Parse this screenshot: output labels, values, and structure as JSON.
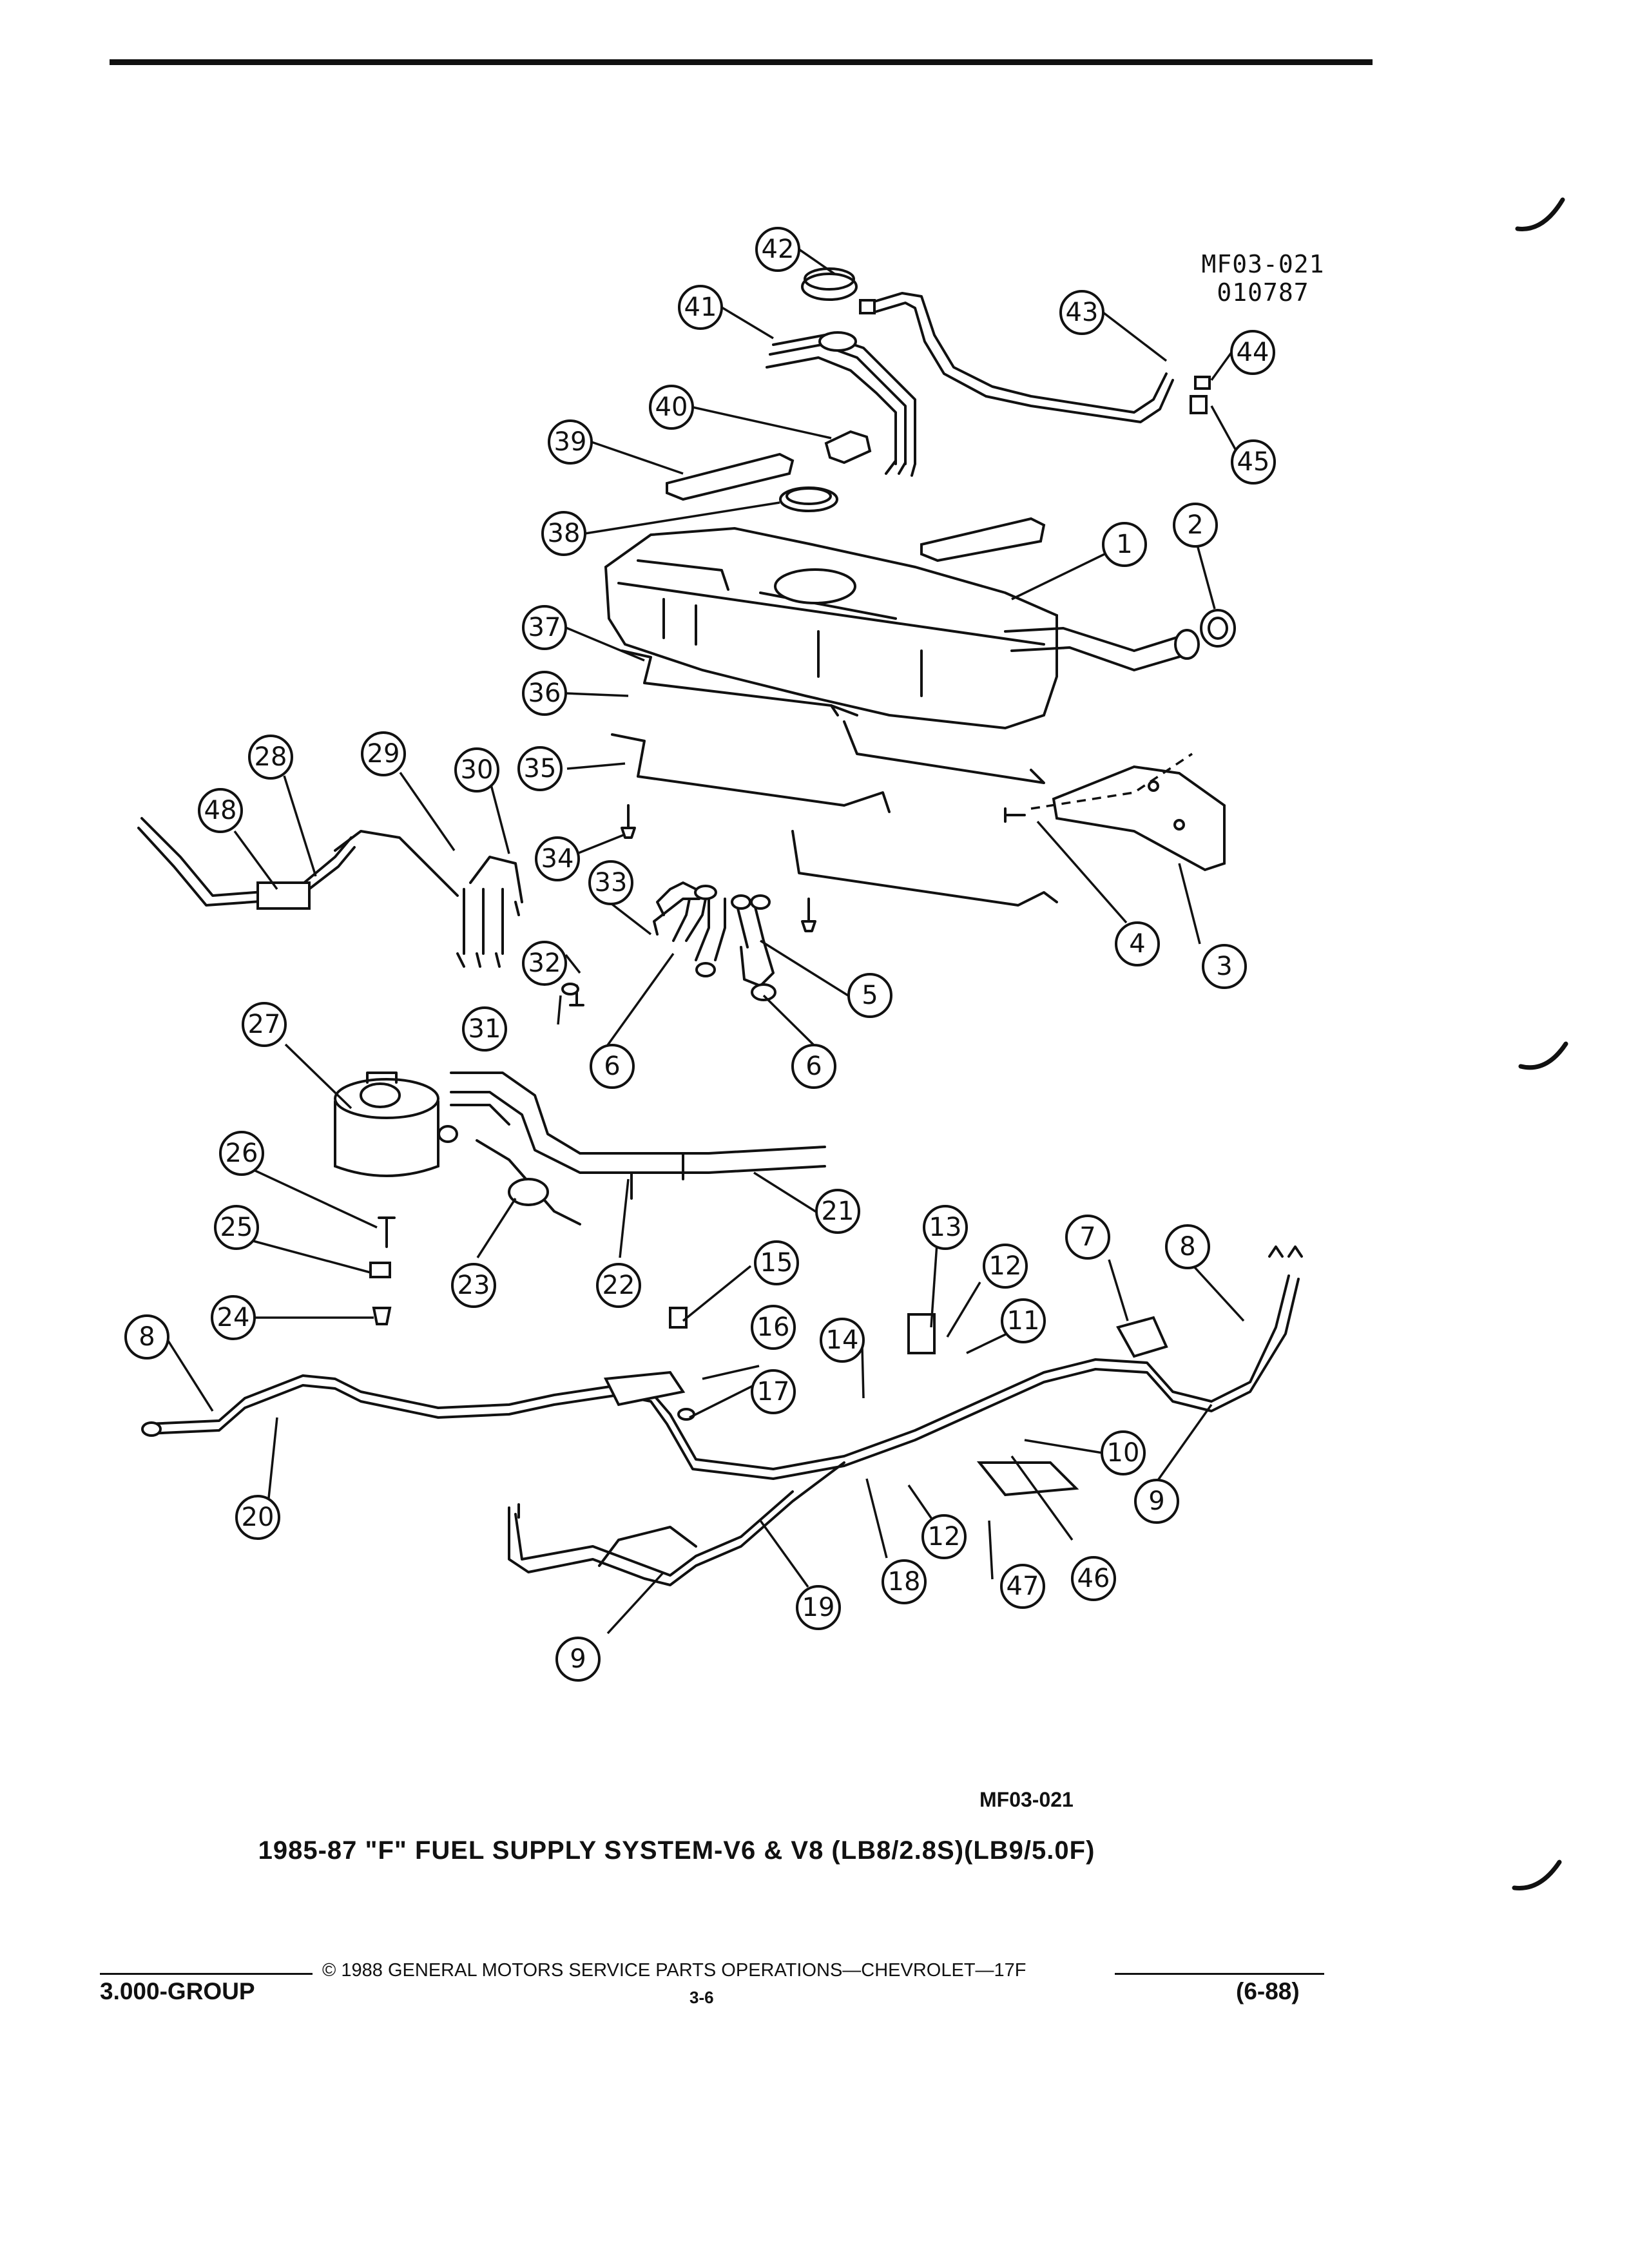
{
  "diagram": {
    "reference_codes": [
      "MF03-021",
      "010787"
    ],
    "callouts": [
      "1",
      "2",
      "3",
      "4",
      "5",
      "6",
      "6",
      "7",
      "8",
      "8",
      "9",
      "9",
      "10",
      "11",
      "12",
      "12",
      "13",
      "14",
      "15",
      "16",
      "17",
      "18",
      "19",
      "20",
      "21",
      "22",
      "23",
      "24",
      "25",
      "26",
      "27",
      "28",
      "29",
      "30",
      "31",
      "32",
      "33",
      "34",
      "35",
      "36",
      "37",
      "38",
      "39",
      "40",
      "41",
      "42",
      "43",
      "44",
      "45",
      "46",
      "47",
      "48"
    ]
  },
  "figure_code": "MF03-021",
  "caption": "1985-87 \"F\" FUEL SUPPLY SYSTEM-V6 & V8 (LB8/2.8S)(LB9/5.0F)",
  "footer": {
    "copyright": "© 1988 GENERAL MOTORS SERVICE PARTS OPERATIONS—CHEVROLET—17F",
    "group": "3.000-GROUP",
    "page": "3-6",
    "date": "(6-88)"
  }
}
